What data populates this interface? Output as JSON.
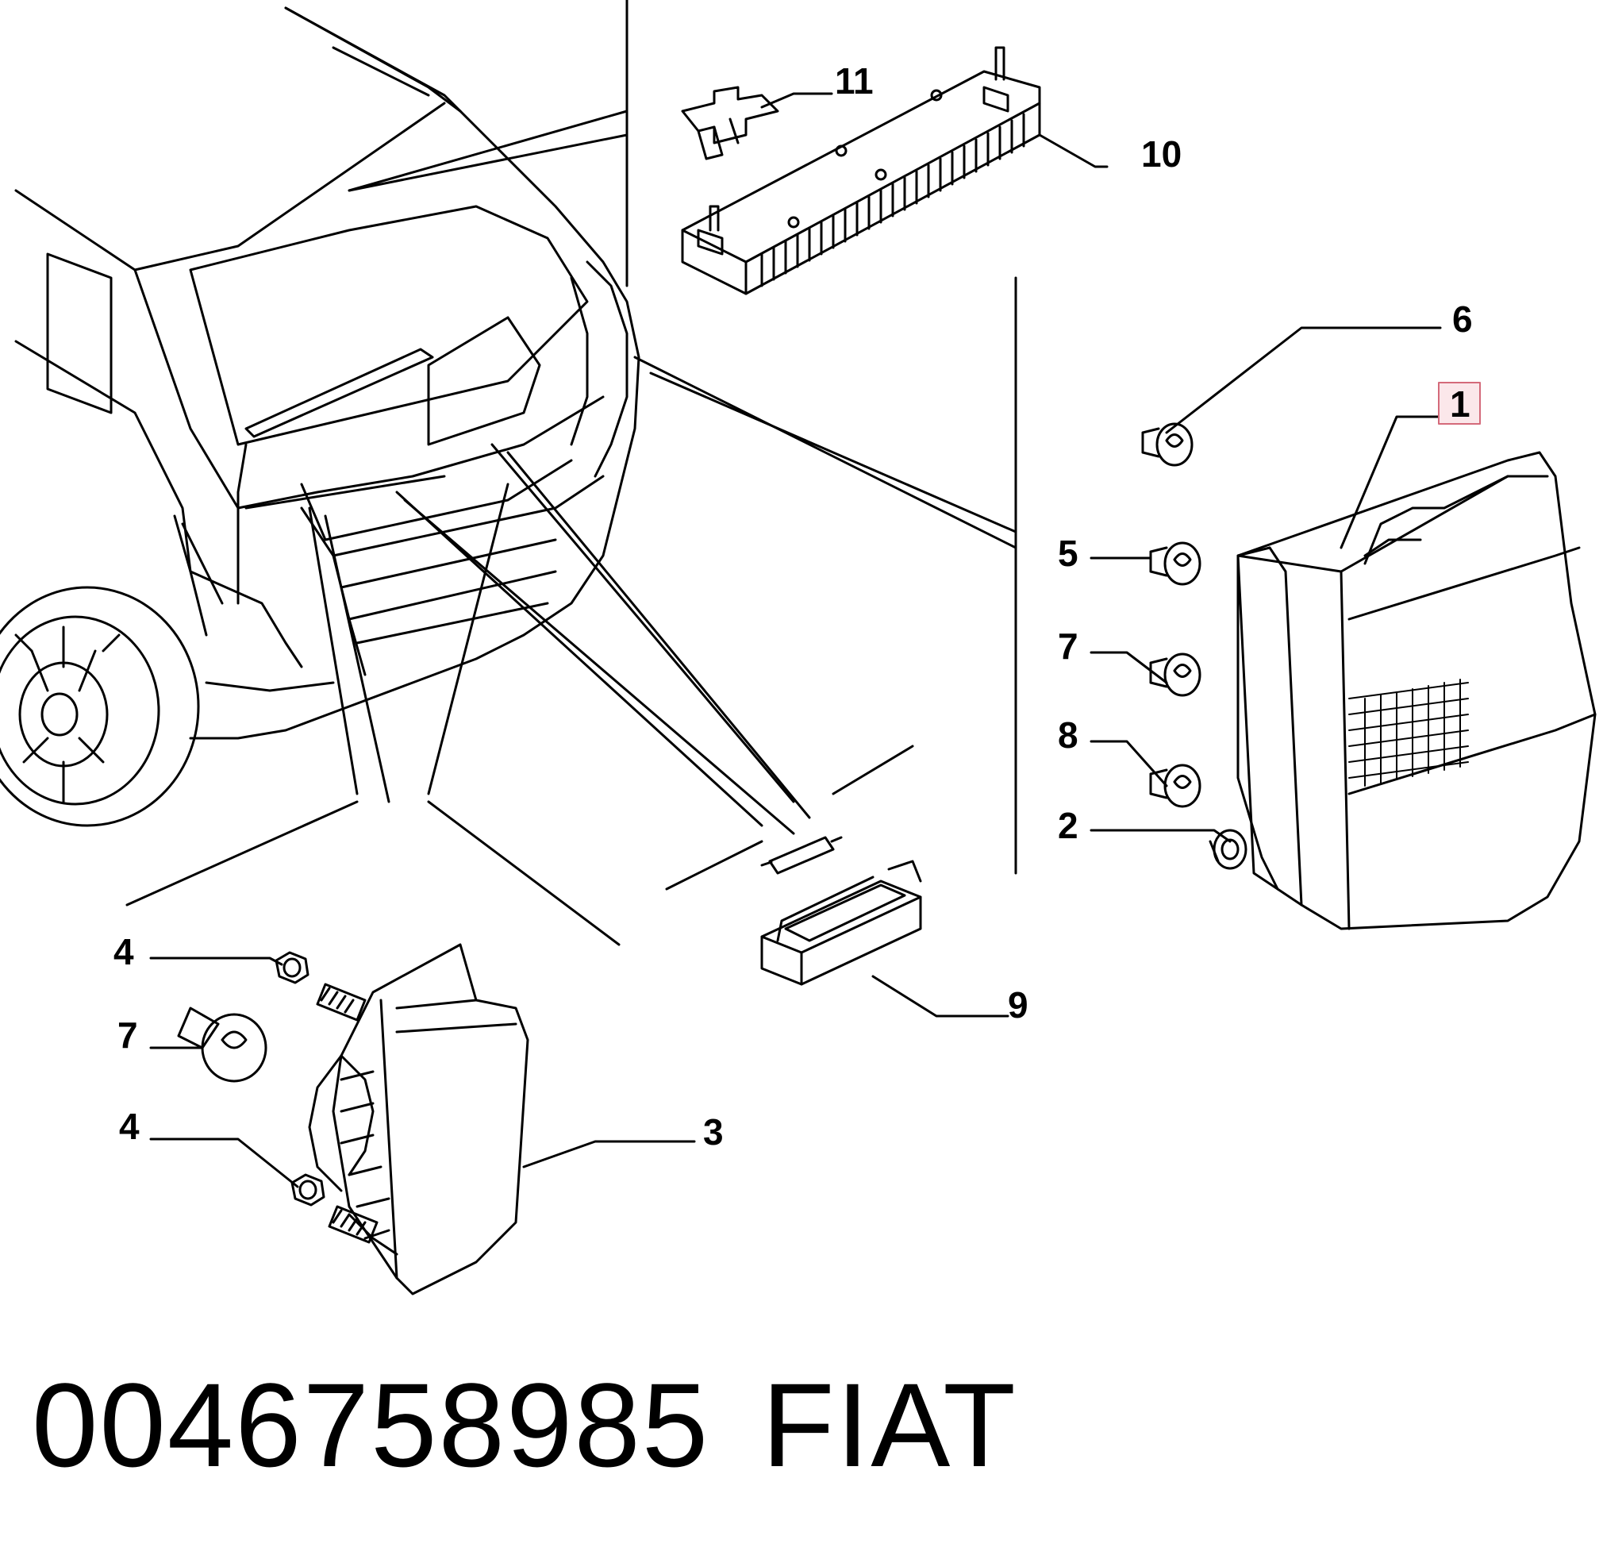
{
  "callouts": {
    "c1": "1",
    "c2": "2",
    "c3": "3",
    "c4a": "4",
    "c4b": "4",
    "c5": "5",
    "c6": "6",
    "c7a": "7",
    "c7b": "7",
    "c8": "8",
    "c9": "9",
    "c10": "10",
    "c11": "11"
  },
  "highlighted_callout": "1",
  "footer": {
    "part_number": "0046758985",
    "brand": "FIAT"
  },
  "colors": {
    "highlight_border": "#d46a7a",
    "highlight_fill": "#fbe7ea",
    "line": "#000000"
  }
}
